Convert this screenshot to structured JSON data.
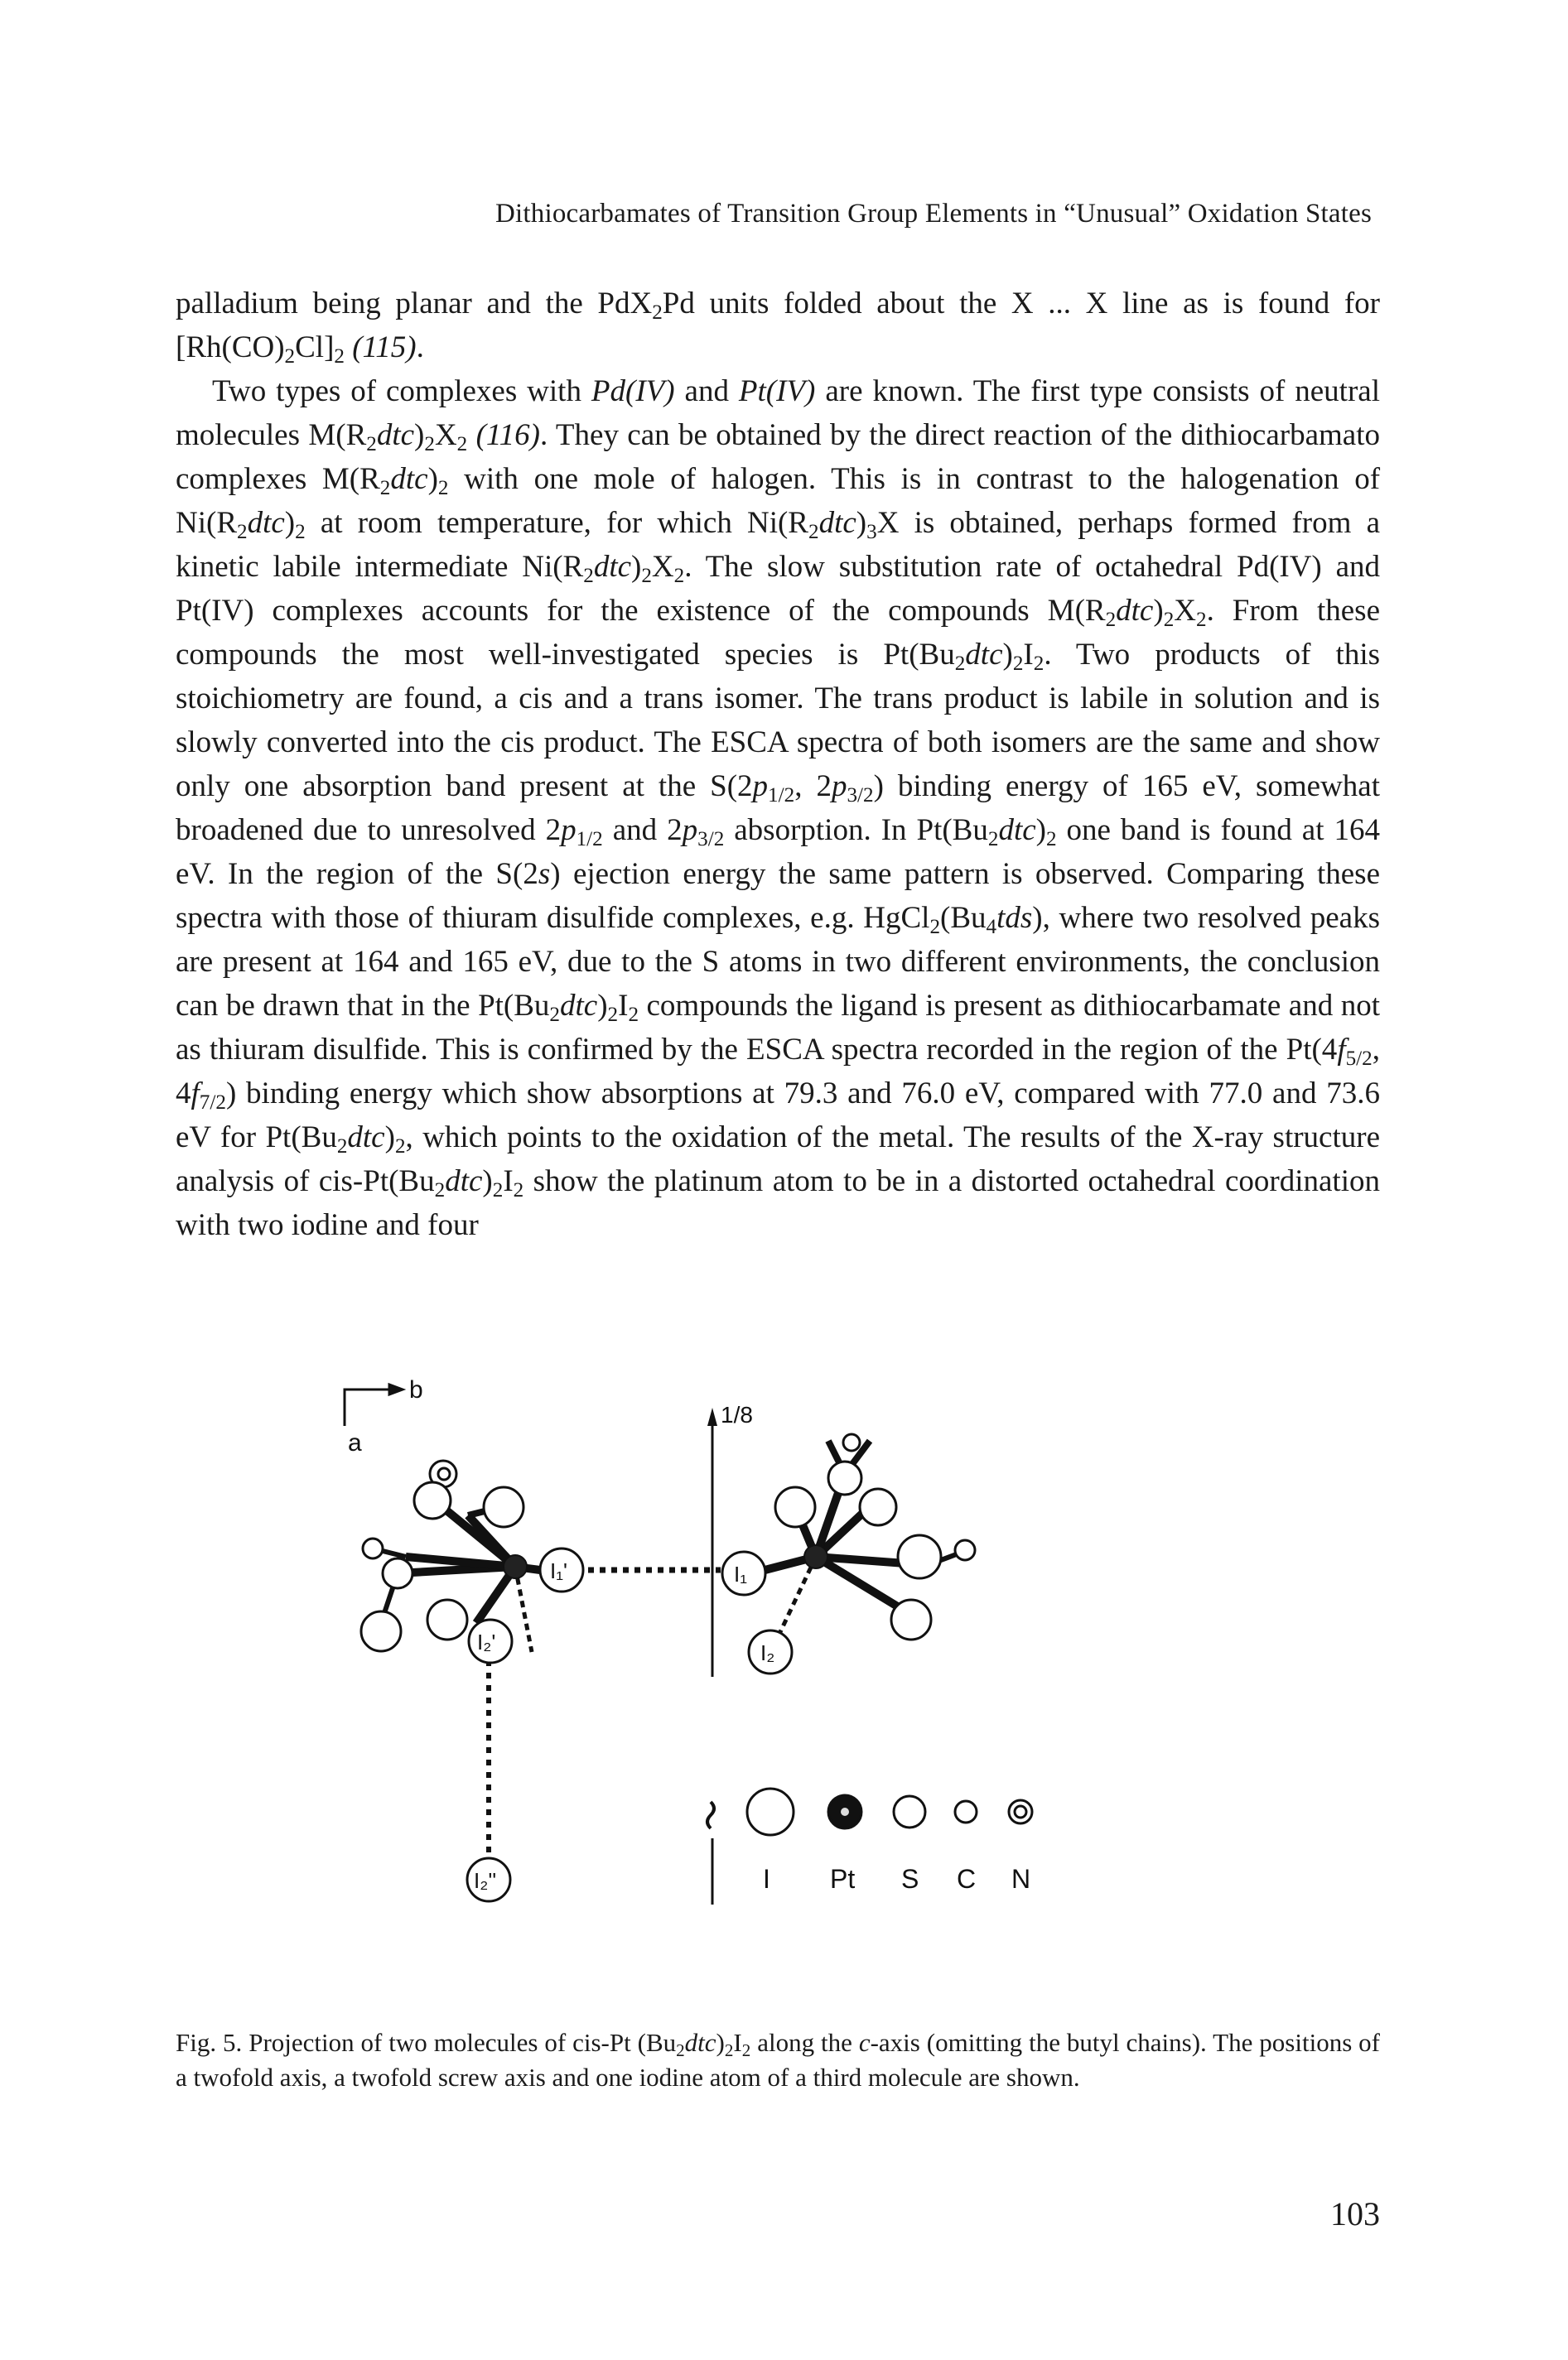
{
  "running_head": "Dithiocarbamates of Transition Group Elements in “Unusual” Oxidation States",
  "para1": {
    "t1": "palladium being planar and the PdX",
    "s1": "2",
    "t2": "Pd units folded about the X ... X line as is found for [Rh(CO)",
    "s2": "2",
    "t3": "Cl]",
    "s3": "2",
    "t4": " ",
    "ref": "(115)",
    "t5": "."
  },
  "para2": {
    "t1": "Two types of complexes with ",
    "i1": "Pd(IV)",
    "t2": " and ",
    "i2": "Pt(IV)",
    "t3": " are known. The first type consists of neutral molecules M(R",
    "s1": "2",
    "i3": "dtc",
    "t4": ")",
    "s2": "2",
    "t5": "X",
    "s3": "2",
    "t6": " ",
    "ref1": "(116)",
    "t7": ". They can be obtained by the direct reaction of the dithiocarbamato complexes M(R",
    "s4": "2",
    "i4": "dtc",
    "t8": ")",
    "s5": "2",
    "t9": " with one mole of halogen. This is in contrast to the halogenation of Ni(R",
    "s6": "2",
    "i5": "dtc",
    "t10": ")",
    "s7": "2",
    "t11": " at room temperature, for which Ni(R",
    "s8": "2",
    "i6": "dtc",
    "t12": ")",
    "s9": "3",
    "t13": "X is obtained, perhaps formed from a kinetic labile intermediate Ni(R",
    "s10": "2",
    "i7": "dtc",
    "t14": ")",
    "s11": "2",
    "t15": "X",
    "s12": "2",
    "t16": ". The slow substitution rate of octahedral Pd(IV) and Pt(IV) complexes accounts for the existence of the compounds M(R",
    "s13": "2",
    "i8": "dtc",
    "t17": ")",
    "s14": "2",
    "t18": "X",
    "s15": "2",
    "t19": ". From these compounds the most well-investigated species is Pt(Bu",
    "s16": "2",
    "i9": "dtc",
    "t20": ")",
    "s17": "2",
    "t21": "I",
    "s18": "2",
    "t22": ". Two products of this stoichiometry are found, a cis and a trans isomer. The trans product is labile in solution and is slowly converted into the cis product. The ESCA spectra of both isomers are the same and show only one absorption band present at the S(2",
    "i10": "p",
    "s19": "1/2",
    "t23": ", 2",
    "i11": "p",
    "s20": "3/2",
    "t24": ") binding energy of 165 eV, somewhat broadened due to unresolved 2",
    "i12": "p",
    "s21": "1/2",
    "t25": " and 2",
    "i13": "p",
    "s22": "3/2",
    "t26": " absorption. In Pt(Bu",
    "s23": "2",
    "i14": "dtc",
    "t27": ")",
    "s24": "2",
    "t28": " one band is found at 164 eV. In the region of the S(2",
    "i15": "s",
    "t29": ") ejection energy the same pattern is observed. Comparing these spectra with those of thiuram disulfide complexes, e.g. HgCl",
    "s25": "2",
    "t30": "(Bu",
    "s26": "4",
    "i16": "tds",
    "t31": "), where two resolved peaks are present at 164 and 165 eV, due to the S atoms in two different environments, the conclusion can be drawn that in the Pt(Bu",
    "s27": "2",
    "i17": "dtc",
    "t32": ")",
    "s28": "2",
    "t33": "I",
    "s29": "2",
    "t34": " compounds the ligand is present as dithiocarbamate and not as thiuram disulfide. This is confirmed by the ESCA spectra recorded in the region of the Pt(4",
    "i18": "f",
    "s30": "5/2",
    "t35": ", 4",
    "i19": "f",
    "s31": "7/2",
    "t36": ") binding energy which show absorptions at 79.3 and 76.0 eV, compared with 77.0 and 73.6 eV for Pt(Bu",
    "s32": "2",
    "i20": "dtc",
    "t37": ")",
    "s33": "2",
    "t38": ", which points to the oxidation of the metal. The results of the X-ray structure analysis of cis-Pt(Bu",
    "s34": "2",
    "i21": "dtc",
    "t39": ")",
    "s35": "2",
    "t40": "I",
    "s36": "2",
    "t41": " show the platinum atom to be in a distorted octahedral coordination with two iodine and four"
  },
  "figure": {
    "axis_b": "b",
    "axis_a": "a",
    "fraction": "1/8",
    "atom_labels": {
      "i1_prime": "I₁'",
      "i2_prime": "I₂'",
      "i2_double_prime": "I₂''",
      "i1": "I₁",
      "i2": "I₂"
    },
    "legend": [
      "I",
      "Pt",
      "S",
      "C",
      "N"
    ]
  },
  "caption": {
    "t1": "Fig. 5. Projection of two molecules of cis-Pt (Bu",
    "s1": "2",
    "i1": "dtc",
    "t2": ")",
    "s2": "2",
    "t3": "I",
    "s3": "2",
    "t4": " along the ",
    "i2": "c",
    "t5": "-axis (omitting the butyl chains). The positions of a twofold axis, a twofold screw axis and one iodine atom of a third molecule are shown."
  },
  "page_number": "103"
}
